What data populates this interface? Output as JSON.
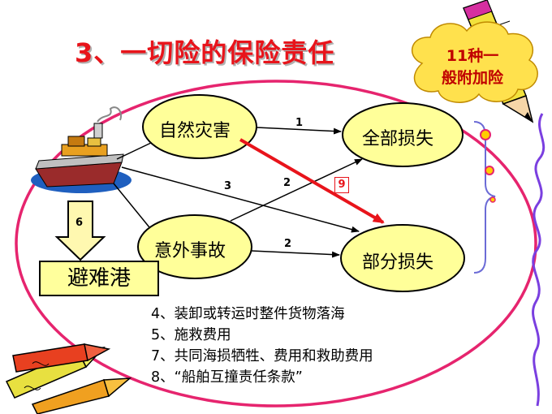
{
  "title": "3、一切险的保险责任",
  "cloud": {
    "line1": "11种一",
    "line2": "般附加险"
  },
  "nodes": {
    "natural_disaster": "自然灾害",
    "accident": "意外事故",
    "total_loss": "全部损失",
    "partial_loss": "部分损失",
    "refuge_port": "避难港"
  },
  "arrow_labels": {
    "disaster_to_total": "1",
    "accident_to_total": "2",
    "accident_to_partial": "2",
    "ship_to_partial": "3",
    "ship_to_port": "6",
    "disaster_to_partial_red": "9"
  },
  "list_items": [
    "4、装卸或转运时整件货物落海",
    "5、施救费用",
    "7、共同海损牺牲、费用和救助费用",
    "8、“船舶互撞责任条款”"
  ],
  "colors": {
    "title_red": "#e8141b",
    "node_fill": "#ffff99",
    "cloud_fill": "#ffe14d",
    "big_ellipse": "#e6246e",
    "red_arrow": "#e8141b",
    "brace": "#6b6bd6"
  },
  "icons": [
    "ship-icon",
    "pencil-icon",
    "crayons-icon",
    "squiggle-icon"
  ]
}
